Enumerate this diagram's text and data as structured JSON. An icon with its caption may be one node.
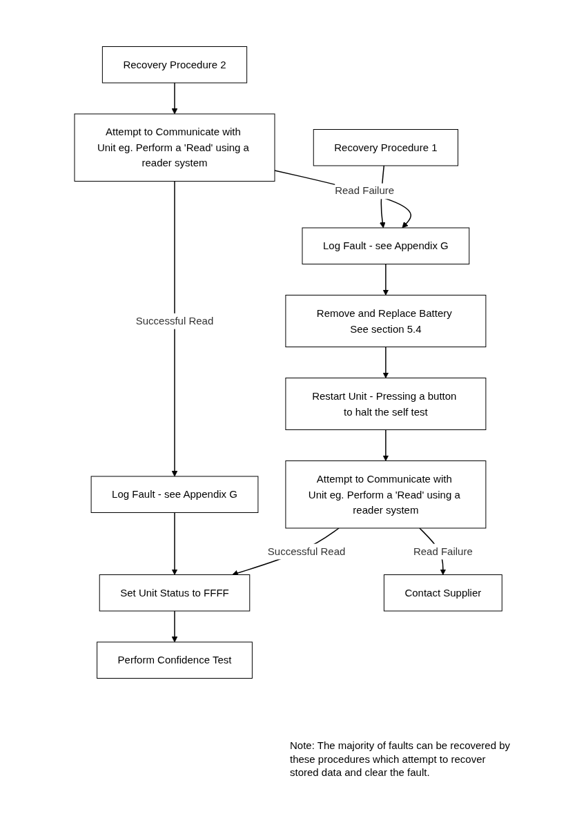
{
  "diagram": {
    "nodes": [
      {
        "text": [
          "Recovery Procedure 2"
        ]
      },
      {
        "text": [
          "Attempt to Communicate with Unit eg. Perform a 'Read' using a reader system"
        ]
      },
      {
        "text": [
          "Recovery Procedure 1"
        ]
      },
      {
        "text": [
          "Log Fault - see Appendix G"
        ]
      },
      {
        "text": [
          "Remove and Replace Battery See section 5.4"
        ]
      },
      {
        "text": [
          "Log Fault - see Appendix G"
        ]
      },
      {
        "text": [
          "Restart Unit - Pressing a button to halt the self test"
        ]
      },
      {
        "text": [
          "Set Unit Status to FFFF"
        ]
      },
      {
        "text": [
          "Perform Confidence Test"
        ]
      },
      {
        "text": [
          "Attempt to Communicate with Unit eg. Perform a 'Read' using a reader system"
        ]
      },
      {
        "text": [
          "Contact Supplier"
        ]
      }
    ],
    "edges": [
      {
        "from": 0,
        "to": 1,
        "arrow": "to"
      },
      {
        "from": 2,
        "to": 3,
        "arrow": "to"
      },
      {
        "from": 1,
        "to": 3,
        "arrow": "to",
        "label": "Read Failure"
      },
      {
        "from": 1,
        "to": 5,
        "arrow": "to",
        "label": "Successful Read"
      },
      {
        "from": 3,
        "to": 4,
        "arrow": "to"
      },
      {
        "from": 5,
        "to": 7,
        "arrow": "to"
      },
      {
        "from": 4,
        "to": 6,
        "arrow": "to"
      },
      {
        "from": 6,
        "to": 9,
        "arrow": "to"
      },
      {
        "from": 9,
        "to": 7,
        "arrow": "to",
        "label": "Successful Read"
      },
      {
        "from": 7,
        "to": 8,
        "arrow": "to"
      },
      {
        "from": 9,
        "to": 10,
        "arrow": "to",
        "label": "Read Failure"
      }
    ],
    "labels": [
      "Note: The majority of faults can be recovered by these procedures which attempt to recover stored data and clear the fault."
    ]
  }
}
